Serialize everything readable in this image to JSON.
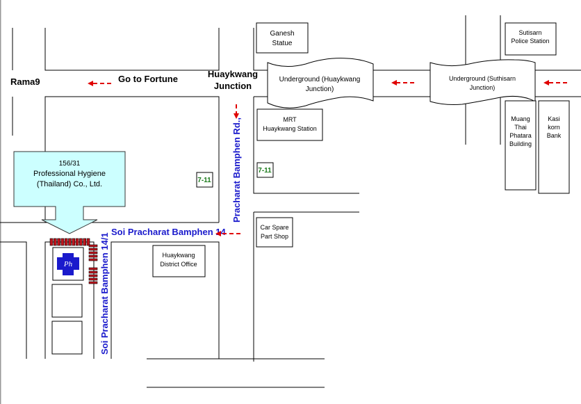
{
  "roads": {
    "rama9": "Rama9",
    "go_to_fortune": "Go to Fortune",
    "huaykwang_junction": [
      "Huaykwang",
      "Junction"
    ],
    "pracharat_rd": "Pracharat Bamphen Rd.,",
    "soi_14": "Soi Pracharat Bamphen 14",
    "soi_14_1": "Soi Pracharat Bamphen 14/1"
  },
  "destination": {
    "lines": [
      "156/31",
      "Professional Hygiene",
      "(Thailand) Co., Ltd."
    ],
    "logo_text": "Ph"
  },
  "landmarks": {
    "ganesh": [
      "Ganesh",
      "Statue"
    ],
    "sutisarn_police": [
      "Sutisarn",
      "Police Station"
    ],
    "underground_huaykwang": [
      "Underground (Huaykwang",
      "Junction)"
    ],
    "underground_suthisarn": [
      "Underground (Suthisarn",
      "Junction)"
    ],
    "mrt": [
      "MRT",
      "Huaykwang Station"
    ],
    "seven_eleven": "7-11",
    "muang_thai": [
      "Muang",
      "Thai",
      "Phatara",
      "Building"
    ],
    "kasikorn": [
      "Kasi",
      "korn",
      "Bank"
    ],
    "car_spare": [
      "Car Spare",
      "Part Shop"
    ],
    "district_office": [
      "Huaykwang",
      "District Office"
    ]
  },
  "colors": {
    "label_blue": "#1a1acc",
    "arrow_red": "#e00000",
    "callout_fill": "#ccffff",
    "logo_blue": "#1a1acc"
  }
}
